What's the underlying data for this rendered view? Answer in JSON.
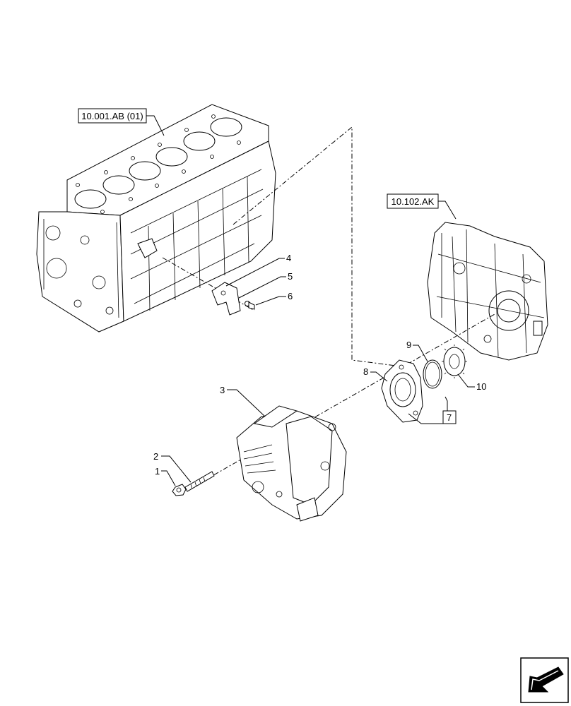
{
  "references": [
    {
      "id": "ref-block",
      "label": "10.001.AB (01)"
    },
    {
      "id": "ref-cover",
      "label": "10.102.AK"
    }
  ],
  "callouts": [
    {
      "id": "1",
      "label": "1"
    },
    {
      "id": "2",
      "label": "2"
    },
    {
      "id": "3",
      "label": "3"
    },
    {
      "id": "4",
      "label": "4"
    },
    {
      "id": "5",
      "label": "5"
    },
    {
      "id": "6",
      "label": "6"
    },
    {
      "id": "7",
      "label": "7"
    },
    {
      "id": "8",
      "label": "8"
    },
    {
      "id": "9",
      "label": "9"
    },
    {
      "id": "10",
      "label": "10"
    }
  ],
  "icons": {
    "nav": "next-page-arrow-icon"
  }
}
